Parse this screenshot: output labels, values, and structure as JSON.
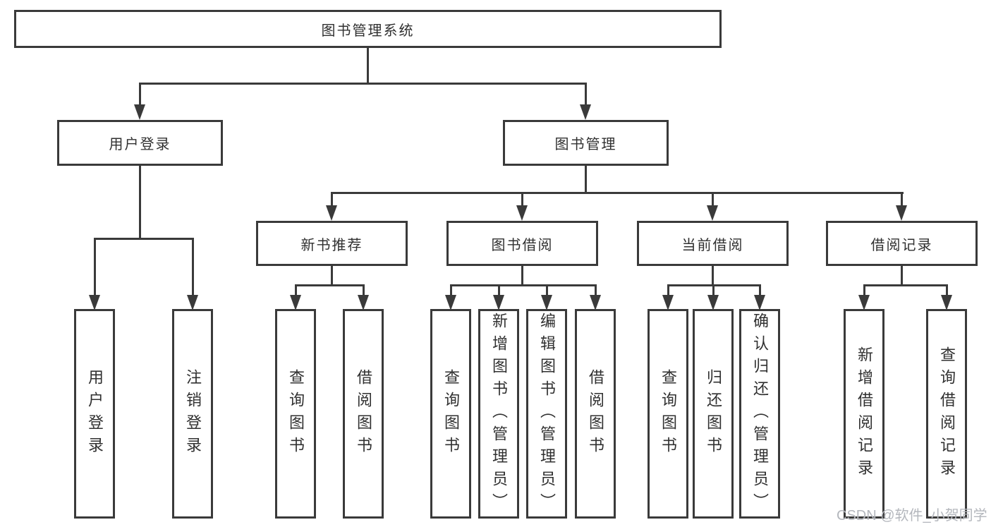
{
  "diagram": {
    "root": "图书管理系统",
    "level2": [
      {
        "label": "用户登录",
        "leaves": [
          "用户登录",
          "注销登录"
        ]
      },
      {
        "label": "图书管理",
        "groups": [
          {
            "label": "新书推荐",
            "leaves": [
              "查询图书",
              "借阅图书"
            ]
          },
          {
            "label": "图书借阅",
            "leaves": [
              "查询图书",
              "新增图书（管理员）",
              "编辑图书（管理员）",
              "借阅图书"
            ]
          },
          {
            "label": "当前借阅",
            "leaves": [
              "查询图书",
              "归还图书",
              "确认归还（管理员）"
            ]
          },
          {
            "label": "借阅记录",
            "leaves": [
              "新增借阅记录",
              "查询借阅记录"
            ]
          }
        ]
      }
    ],
    "watermark": "CSDN @软件_小贺同学",
    "colors": {
      "line": "#3a3a3a",
      "text": "#303030",
      "watermark": "#b4b7bd",
      "background": "#ffffff"
    }
  }
}
